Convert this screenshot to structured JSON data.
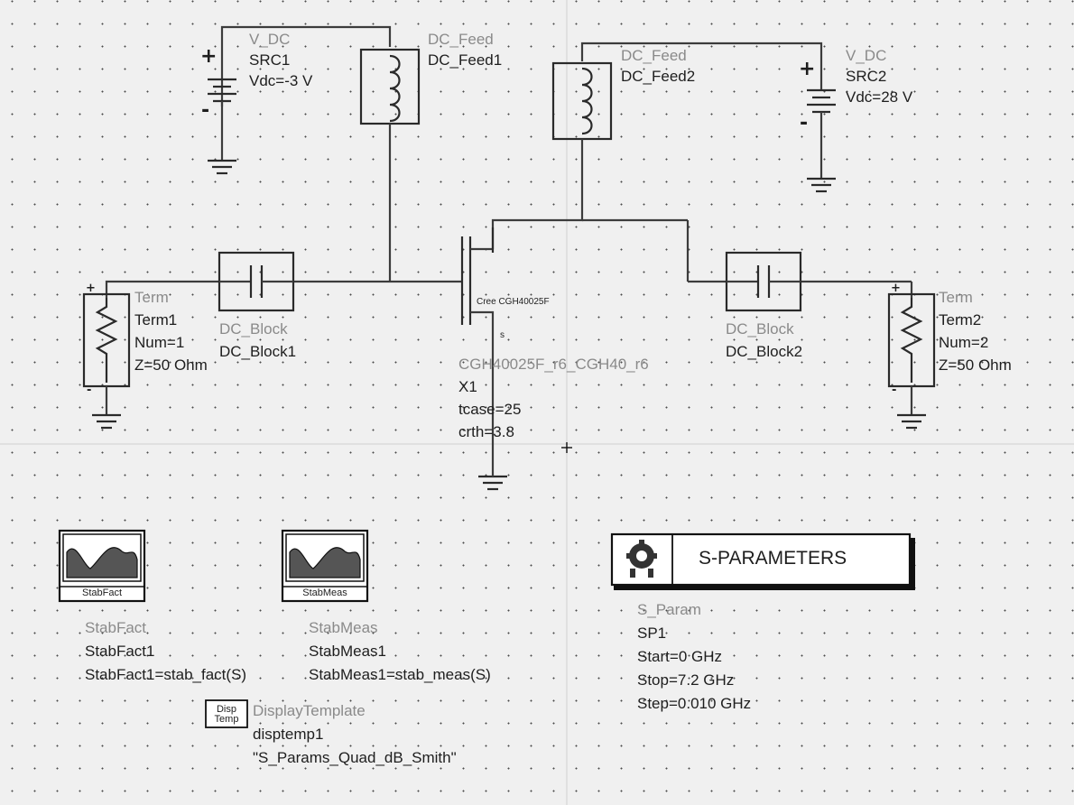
{
  "src1": {
    "type": "V_DC",
    "name": "SRC1",
    "param": "Vdc=-3 V"
  },
  "src2": {
    "type": "V_DC",
    "name": "SRC2",
    "param": "Vdc=28 V"
  },
  "feed1": {
    "type": "DC_Feed",
    "name": "DC_Feed1"
  },
  "feed2": {
    "type": "DC_Feed",
    "name": "DC_Feed2"
  },
  "block1": {
    "type": "DC_Block",
    "name": "DC_Block1"
  },
  "block2": {
    "type": "DC_Block",
    "name": "DC_Block2"
  },
  "term1": {
    "type": "Term",
    "name": "Term1",
    "num": "Num=1",
    "z": "Z=50 Ohm"
  },
  "term2": {
    "type": "Term",
    "name": "Term2",
    "num": "Num=2",
    "z": "Z=50 Ohm"
  },
  "transistor": {
    "device_label": "Cree CGH40025F",
    "pin_label": "s",
    "model": "CGH40025F_r6_CGH40_r6",
    "name": "X1",
    "tcase": "tcase=25",
    "crth": "crth=3.8"
  },
  "stabfact": {
    "icon_label": "StabFact",
    "type": "StabFact",
    "name": "StabFact1",
    "expr": "StabFact1=stab_fact(S)"
  },
  "stabmeas": {
    "icon_label": "StabMeas",
    "type": "StabMeas",
    "name": "StabMeas1",
    "expr": "StabMeas1=stab_meas(S)"
  },
  "disptemp": {
    "icon_top": "Disp",
    "icon_bottom": "Temp",
    "type": "DisplayTemplate",
    "name": "disptemp1",
    "value": "\"S_Params_Quad_dB_Smith\""
  },
  "sparam": {
    "title": "S-PARAMETERS",
    "type": "S_Param",
    "name": "SP1",
    "start": "Start=0 GHz",
    "stop": "Stop=7.2 GHz",
    "step": "Step=0.010 GHz"
  },
  "polarity": {
    "plus": "+",
    "minus": "-"
  }
}
